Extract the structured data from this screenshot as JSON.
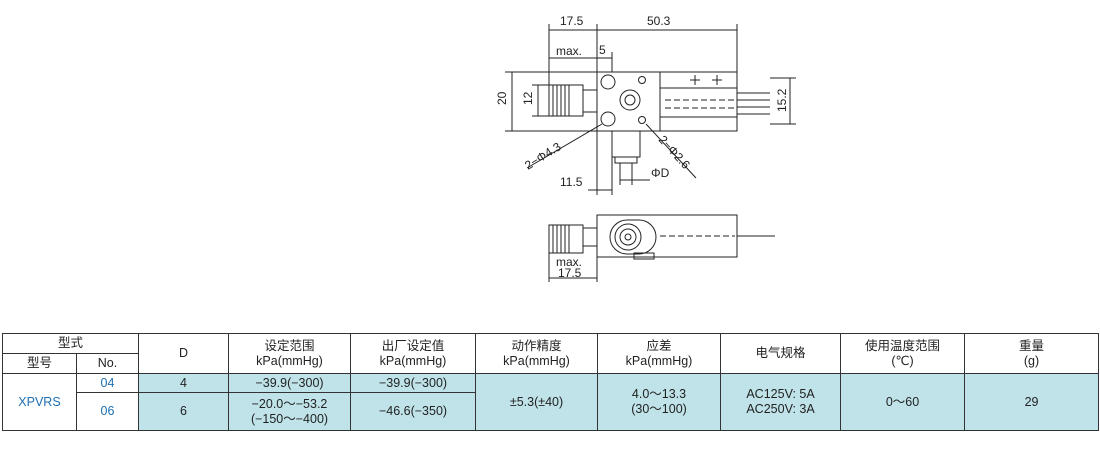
{
  "drawing": {
    "dims": {
      "d17_5_top": "17.5",
      "d50_3": "50.3",
      "max_label": "max.",
      "d5": "5",
      "d20": "20",
      "d12": "12",
      "d15_2": "15.2",
      "phi4_3": "2−Φ4.3",
      "phi2_6": "2−Φ2.6",
      "d11_5": "11.5",
      "phiD": "ΦD",
      "max_label_bottom": "max.",
      "d17_5_bottom": "17.5"
    }
  },
  "table": {
    "headers": {
      "type": "型式",
      "model": "型号",
      "no": "No.",
      "d": "D",
      "set_range": "设定范围",
      "set_range_unit": "kPa(mmHg)",
      "factory": "出厂设定值",
      "factory_unit": "kPa(mmHg)",
      "accuracy": "动作精度",
      "accuracy_unit": "kPa(mmHg)",
      "diff": "应差",
      "diff_unit": "kPa(mmHg)",
      "electric": "电气规格",
      "temp": "使用温度范围",
      "temp_unit": "(℃)",
      "weight": "重量",
      "weight_unit": "(g)"
    },
    "model_name": "XPVRS",
    "rows": [
      {
        "no": "04",
        "d": "4",
        "set_range": "−39.9(−300)",
        "factory": "−39.9(−300)"
      },
      {
        "no": "06",
        "d": "6",
        "set_range_line1": "−20.0～−53.2",
        "set_range_line2": "(−150～−400)",
        "factory": "−46.6(−350)"
      }
    ],
    "shared": {
      "accuracy": "±5.3(±40)",
      "diff_line1": "4.0～13.3",
      "diff_line2": "(30～100)",
      "electric_line1": "AC125V: 5A",
      "electric_line2": "AC250V: 3A",
      "temp": "0～60",
      "weight": "29"
    }
  }
}
